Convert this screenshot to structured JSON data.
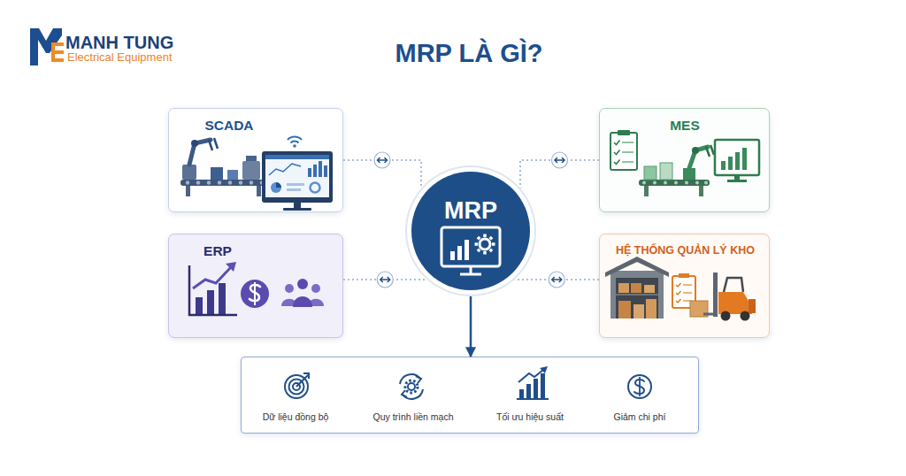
{
  "diagram": {
    "title": "MRP LÀ GÌ?",
    "nodes": [
      {
        "text": [
          "SCADA"
        ]
      },
      {
        "text": [
          "MES"
        ]
      },
      {
        "text": [
          "MRP"
        ]
      },
      {
        "text": [
          "ERP"
        ]
      },
      {
        "text": [
          "HỆ THỐNG QUẢN LÝ KHO"
        ]
      },
      {
        "text": [
          "Dữ liệu đồng bộ",
          "Quy trình liền mạch",
          "Tối ưu hiệu suất",
          "Giảm chi phí"
        ]
      }
    ],
    "edges": [
      {
        "from": 0,
        "to": 2,
        "arrow": "both"
      },
      {
        "from": 1,
        "to": 2,
        "arrow": "both"
      },
      {
        "from": 3,
        "to": 2,
        "arrow": "both"
      },
      {
        "from": 4,
        "to": 2,
        "arrow": "both"
      },
      {
        "from": 2,
        "to": 5,
        "arrow": "to"
      }
    ],
    "labels": [
      "MANH TUNG",
      "Electrical Equipment"
    ]
  }
}
